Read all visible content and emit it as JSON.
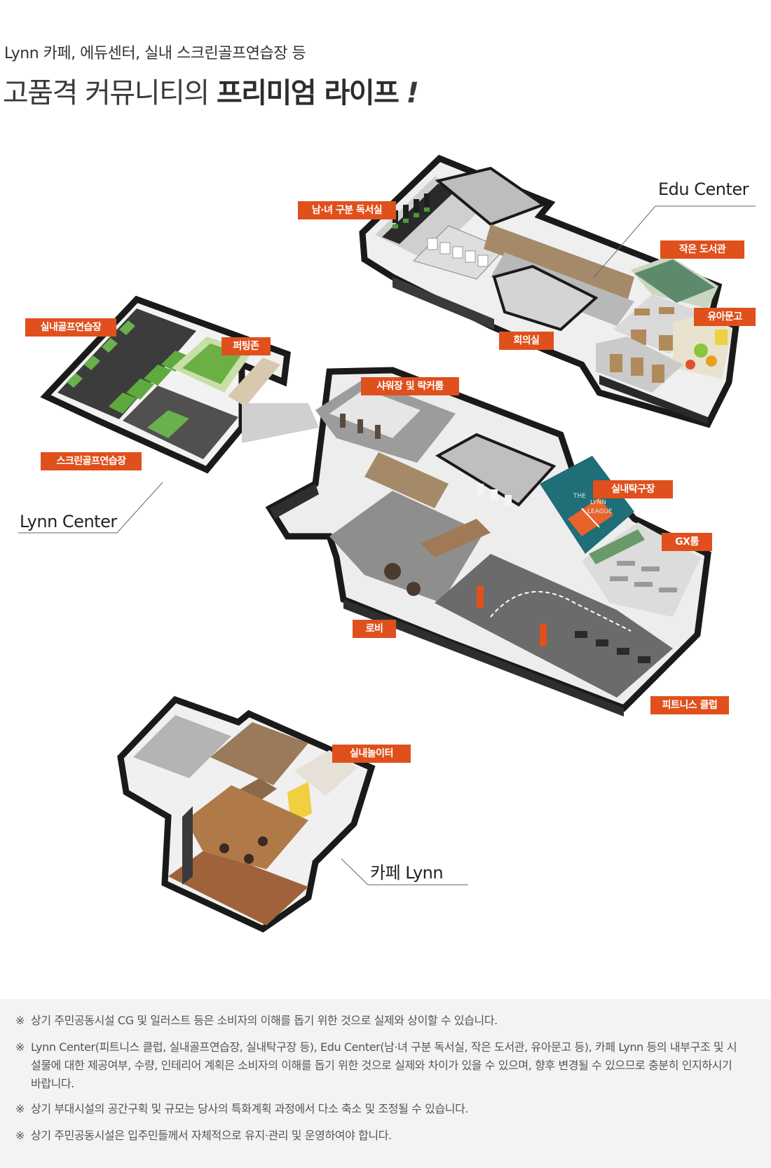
{
  "header": {
    "subtitle": "Lynn 카페, 에듀센터, 실내 스크린골프연습장 등",
    "title_part1": "고품격 커뮤니티의",
    "title_part2": "프리미엄 라이프",
    "title_mark": "!"
  },
  "centers": {
    "edu": "Edu Center",
    "lynn": "Lynn Center",
    "cafe": "카페 Lynn"
  },
  "facilities": {
    "reading_room": "남·녀 구분 독서실",
    "small_library": "작은 도서관",
    "kids_library": "유아문고",
    "meeting_room": "회의실",
    "indoor_golf": "실내골프연습장",
    "putting_zone": "퍼팅존",
    "screen_golf": "스크린골프연습장",
    "shower_locker": "샤워장 및 락커룸",
    "table_tennis": "실내탁구장",
    "gx_room": "GX룸",
    "lobby": "로비",
    "fitness_club": "피트니스 클럽",
    "indoor_playground": "실내놀이터"
  },
  "signage": {
    "line1": "THE",
    "line2": "LYNN",
    "line3": "LEAGUE"
  },
  "notes": {
    "mark": "※",
    "items": [
      "상기 주민공동시설 CG 및 일러스트 등은 소비자의 이해를 돕기 위한 것으로 실제와 상이할 수 있습니다.",
      "Lynn Center(피트니스 클럽, 실내골프연습장, 실내탁구장 등), Edu Center(남·녀 구분 독서실, 작은 도서관, 유아문고 등), 카페 Lynn 등의 내부구조 및 시설물에 대한 제공여부, 수량, 인테리어 계획은 소비자의 이해를 돕기 위한 것으로 실제와 차이가 있을 수 있으며, 향후 변경될 수 있으므로 충분히 인지하시기 바랍니다.",
      "상기 부대시설의 공간구획 및 규모는 당사의 특화계획 과정에서 다소 축소 및 조정될 수 있습니다.",
      "상기 주민공동시설은 입주민들께서 자체적으로 유지·관리 및 운영하여야 합니다."
    ]
  },
  "colors": {
    "tag": "#e0501c",
    "wall": "#1a1a1a",
    "floor": "#8a8a8a",
    "wood": "#b08a5a",
    "notes_bg": "#f3f3f3"
  }
}
